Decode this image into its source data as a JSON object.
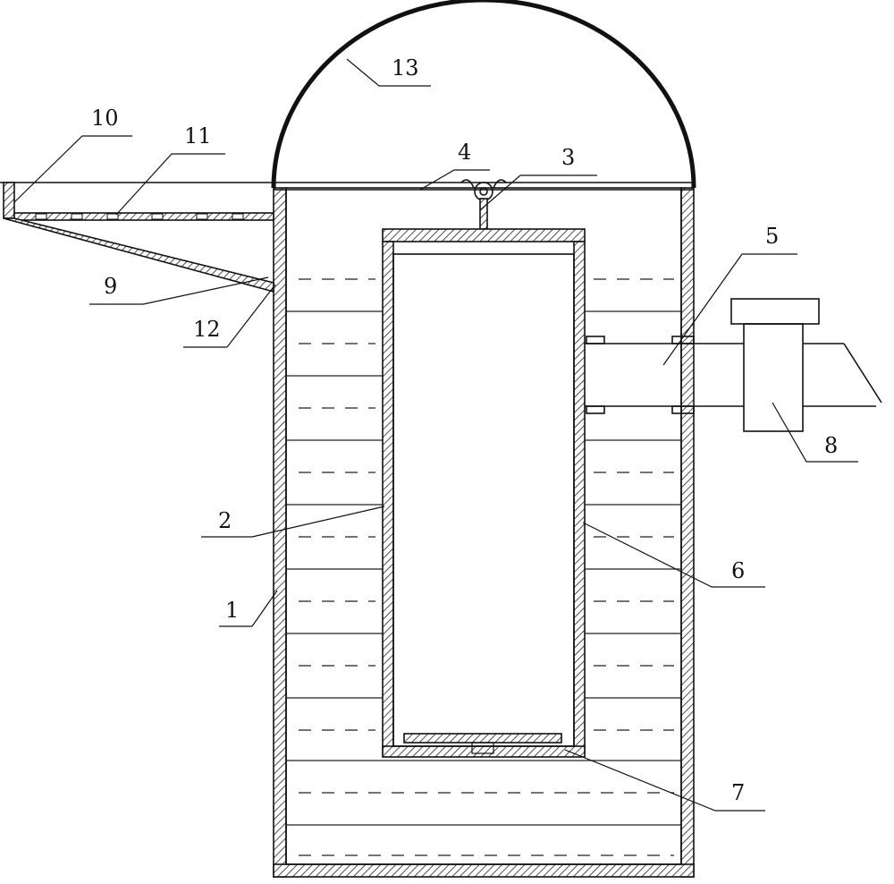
{
  "diagram": {
    "labels": {
      "l1": "1",
      "l2": "2",
      "l3": "3",
      "l4": "4",
      "l5": "5",
      "l6": "6",
      "l7": "7",
      "l8": "8",
      "l9": "9",
      "l10": "10",
      "l11": "11",
      "l12": "12",
      "l13": "13"
    },
    "colors": {
      "line": "#111111",
      "background": "#ffffff"
    }
  }
}
